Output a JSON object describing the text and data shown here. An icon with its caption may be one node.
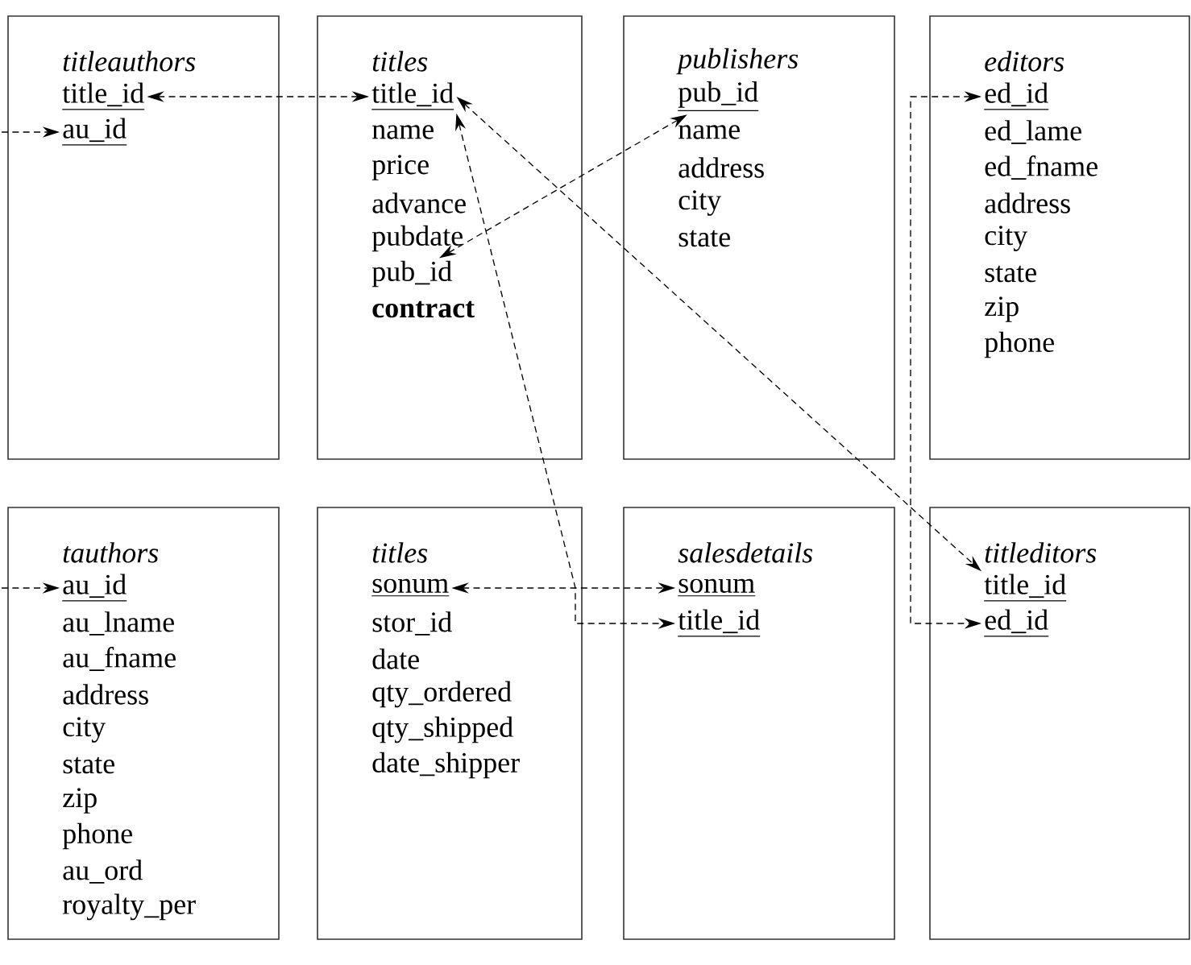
{
  "diagram": {
    "nodes": [
      {
        "text": [
          "titleauthors"
        ]
      },
      {
        "text": [
          "title_id"
        ],
        "in": 0
      },
      {
        "text": [
          "au_id"
        ],
        "in": 0
      },
      {
        "text": [
          "titles",
          "name",
          "price",
          "advance",
          "pubdate",
          "contract"
        ]
      },
      {
        "text": [
          "title_id"
        ],
        "in": 3
      },
      {
        "text": [
          "pub_id"
        ],
        "in": 3
      },
      {
        "text": [
          "publishers",
          "name",
          "address",
          "city",
          "state"
        ]
      },
      {
        "text": [
          "pub_id"
        ],
        "in": 6
      },
      {
        "text": [
          "editors",
          "ed_lame",
          "ed_fname",
          "address",
          "city",
          "state",
          "zip",
          "phone"
        ]
      },
      {
        "text": [
          "ed_id"
        ],
        "in": 8
      },
      {
        "text": [
          "tauthors",
          "au_lname",
          "au_fname",
          "address",
          "city",
          "state",
          "zip",
          "phone",
          "au_ord",
          "royalty_per"
        ]
      },
      {
        "text": [
          "au_id"
        ],
        "in": 10
      },
      {
        "text": [
          "titles",
          "stor_id",
          "date",
          "qty_ordered",
          "qty_shipped",
          "date_shipper"
        ]
      },
      {
        "text": [
          "sonum"
        ],
        "in": 12
      },
      {
        "text": [
          "salesdetails"
        ]
      },
      {
        "text": [
          "sonum"
        ],
        "in": 14
      },
      {
        "text": [
          "title_id"
        ],
        "in": 14
      },
      {
        "text": [
          "titleditors"
        ]
      },
      {
        "text": [
          "title_id"
        ],
        "in": 17
      },
      {
        "text": [
          "ed_id"
        ],
        "in": 17
      }
    ],
    "edges": [
      {
        "from": 1,
        "to": 4,
        "arrow": "both"
      },
      {
        "from": null,
        "to": 2,
        "arrow": "to"
      },
      {
        "from": 5,
        "to": 7,
        "arrow": "both"
      },
      {
        "from": 4,
        "to": 16,
        "arrow": "both"
      },
      {
        "from": 4,
        "to": 18,
        "arrow": "both"
      },
      {
        "from": 9,
        "to": 19,
        "arrow": "both"
      },
      {
        "from": 13,
        "to": 15,
        "arrow": "both"
      },
      {
        "from": null,
        "to": 11,
        "arrow": "to"
      }
    ]
  }
}
